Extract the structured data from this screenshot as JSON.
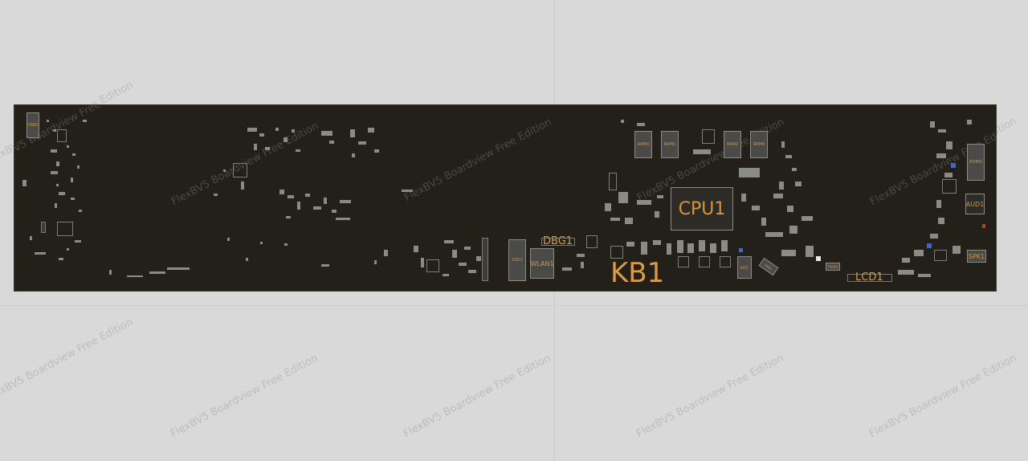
{
  "watermark": "FlexBV5 Boardview Free Edition",
  "components": {
    "cpu": "CPU1",
    "keyboard": "KB1",
    "lcd": "LCD1",
    "wlan": "WLAN1",
    "debug": "DBG1",
    "audio": "AUD1",
    "speaker": "SPK1",
    "hdmi": "HDMI1",
    "usb": "USB1",
    "ssd": "SSD1",
    "ram": [
      "RAM3",
      "RAM1",
      "RAM2",
      "RAM4"
    ],
    "battery": "BAT1",
    "fan": "FAN1",
    "tpad": "TPAD1"
  },
  "colors": {
    "background": "#d9d9d9",
    "board": "#222019",
    "label": "#dd9b41",
    "component_outline": "#8b8b86",
    "highlight_pad": "#3a6bc4",
    "alert_pad": "#c23a2a"
  }
}
